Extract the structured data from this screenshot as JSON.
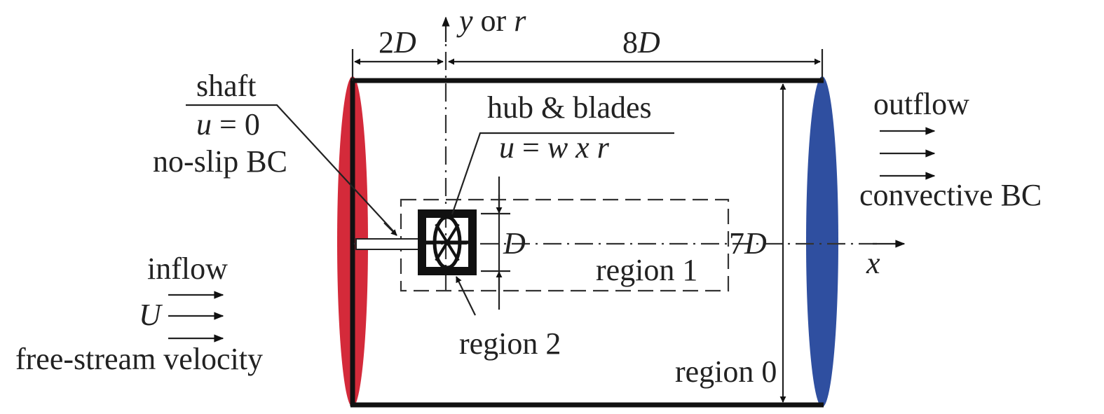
{
  "labels": {
    "y_axis": "y",
    "y_axis_or": " or ",
    "r_axis": "r",
    "x_axis": "x",
    "dim_2d_num": "2",
    "dim_2d_var": "D",
    "dim_8d_num": "8",
    "dim_8d_var": "D",
    "dim_7d_num": "7",
    "dim_7d_var": "D",
    "dim_d_var": "D",
    "shaft": "shaft",
    "shaft_bc_var": "u",
    "shaft_bc_rest": " = 0",
    "noslip": "no-slip BC",
    "hub": "hub & blades",
    "hub_bc_u": "u",
    "hub_bc_eq": " = ",
    "hub_bc_rest": "w x r",
    "outflow": "outflow",
    "convective": "convective BC",
    "inflow": "inflow",
    "inflow_u": "U",
    "freestream": "free-stream velocity",
    "region1": "region 1",
    "region2": "region 2",
    "region0": "region 0"
  },
  "colors": {
    "inlet": "#d42a3a",
    "outlet": "#2f4fa0",
    "lines": "#111111"
  }
}
